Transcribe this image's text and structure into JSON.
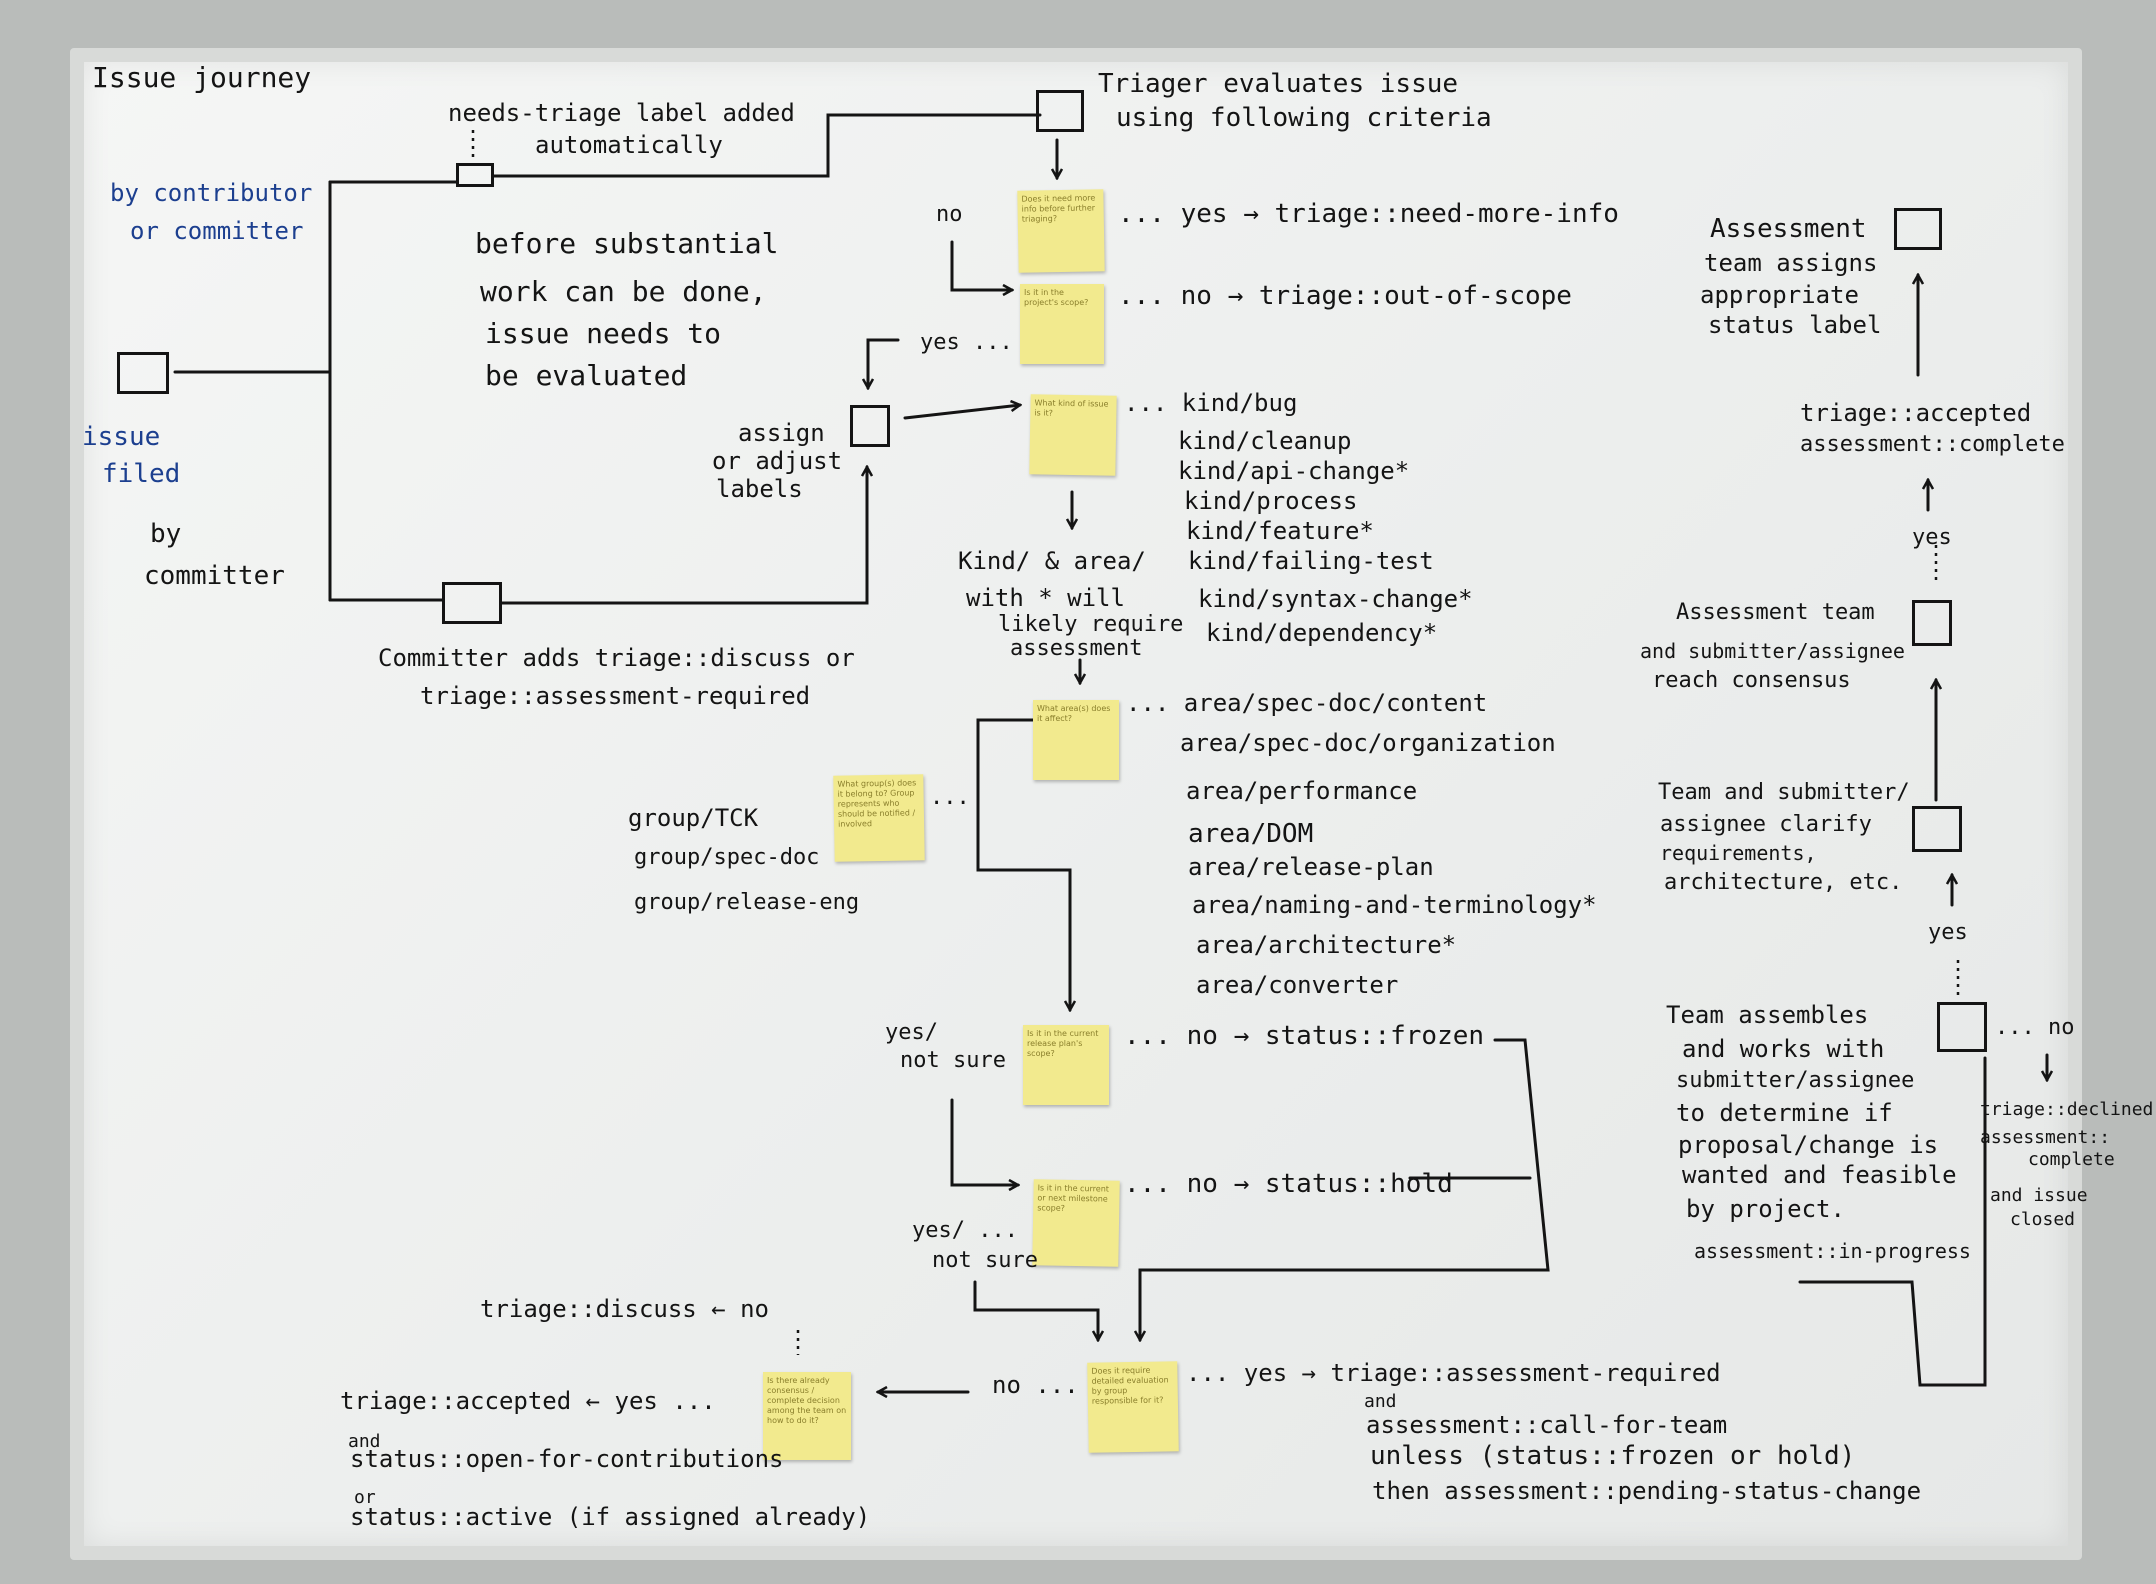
{
  "labels": {
    "title": "Issue journey",
    "needs_triage_label": "needs-triage label added",
    "needs_triage_label2": "automatically",
    "triager_evaluates": "Triager evaluates issue",
    "triager_evaluates2": "using following criteria",
    "by_contributor": "by contributor",
    "by_contributor2": "or committer",
    "before_substantial_1": "before substantial",
    "before_substantial_2": "work can be done,",
    "before_substantial_3": "issue needs to",
    "before_substantial_4": "be evaluated",
    "issue_filed_1": "issue",
    "issue_filed_2": "filed",
    "by_committer_1": "by",
    "by_committer_2": "committer",
    "committer_adds_1": "Committer adds triage::discuss or",
    "committer_adds_2": "triage::assessment-required",
    "assign_labels_1": "assign",
    "assign_labels_2": "or adjust",
    "assign_labels_3": "labels",
    "no_top": "no",
    "yes_need_info": "... yes → triage::need-more-info",
    "no_out_scope": "... no → triage::out-of-scope",
    "yes_back": "yes ...",
    "kind_note_1": "Kind/ & area/",
    "kind_note_2": "with * will",
    "kind_note_3": "likely require",
    "kind_note_4": "assessment",
    "kinds": [
      "... kind/bug",
      "kind/cleanup",
      "kind/api-change*",
      "kind/process",
      "kind/feature*",
      "kind/failing-test",
      "kind/syntax-change*",
      "kind/dependency*"
    ],
    "areas": [
      "... area/spec-doc/content",
      "area/spec-doc/organization",
      "area/performance",
      "area/DOM",
      "area/release-plan",
      "area/naming-and-terminology*",
      "area/architecture*",
      "area/converter"
    ],
    "groups": [
      "group/TCK",
      "group/spec-doc",
      "group/release-eng"
    ],
    "group_dots": "...",
    "yes_not_sure_1": "yes/",
    "yes_not_sure_1b": "not sure",
    "no_frozen": "... no → status::frozen",
    "no_hold": "... no → status::hold",
    "yes_not_sure_2": "yes/ ...",
    "yes_not_sure_2b": "not sure",
    "triage_discuss": "triage::discuss ← no",
    "triage_accepted": "triage::accepted ← yes ...",
    "and_1": "and",
    "open_for_contrib": "status::open-for-contributions",
    "or_1": "or",
    "status_active": "status::active (if assigned already)",
    "no_dots": "no ...",
    "yes_assessment_req": "... yes → triage::assessment-required",
    "and_2": "and",
    "call_for_team": "assessment::call-for-team",
    "unless": "unless (status::frozen or hold)",
    "then_pending": "then assessment::pending-status-change",
    "assessment_team_1": "Assessment",
    "assessment_team_2": "team assigns",
    "assessment_team_3": "appropriate",
    "assessment_team_4": "status label",
    "accepted_complete_1": "triage::accepted",
    "accepted_complete_2": "assessment::complete",
    "yes_r1": "yes",
    "consensus_1": "Assessment team",
    "consensus_2": "and submitter/assignee",
    "consensus_3": "reach consensus",
    "clarify_1": "Team and submitter/",
    "clarify_2": "assignee clarify",
    "clarify_3": "requirements,",
    "clarify_4": "architecture, etc.",
    "yes_r2": "yes",
    "team_assembles": [
      "Team assembles",
      "and works with",
      "submitter/assignee",
      "to determine if",
      "proposal/change is",
      "wanted and feasible",
      "by project."
    ],
    "in_progress": "assessment::in-progress",
    "no_r": "... no",
    "declined_1": "triage::declined",
    "declined_2": "assessment::",
    "declined_3": "complete",
    "declined_4": "and issue",
    "declined_5": "closed"
  },
  "notes": {
    "n1": "Does it need more info before further triaging?",
    "n2": "Is it in the project's scope?",
    "n3": "What kind of issue is it?",
    "n4": "What area(s) does it affect?",
    "n5": "What group(s) does it belong to? Group represents who should be notified / involved",
    "n6": "Is it in the current release plan's scope?",
    "n7": "Is it in the current or next milestone scope?",
    "n8": "Is there already consensus / complete decision among the team on how to do it?",
    "n9": "Does it require detailed evaluation by group responsible for it?"
  },
  "colors": {
    "board": "#eef0ef",
    "ink": "#141414",
    "blue_ink": "#1c3f8f",
    "sticky": "#f2ea8e"
  }
}
